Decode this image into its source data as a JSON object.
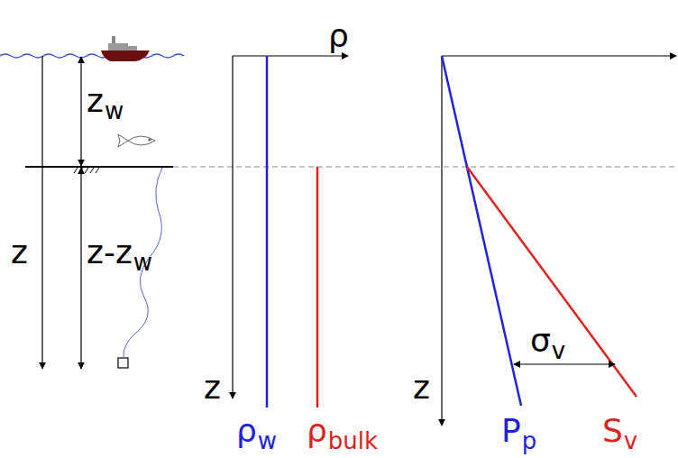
{
  "diagram": {
    "labels": [
      "z",
      "w",
      "z",
      "z-z",
      "w",
      "ρ",
      "z",
      "ρ",
      "w",
      "ρ",
      "bulk",
      "z",
      "P",
      "p",
      "S",
      "v",
      "σ",
      "v"
    ]
  }
}
